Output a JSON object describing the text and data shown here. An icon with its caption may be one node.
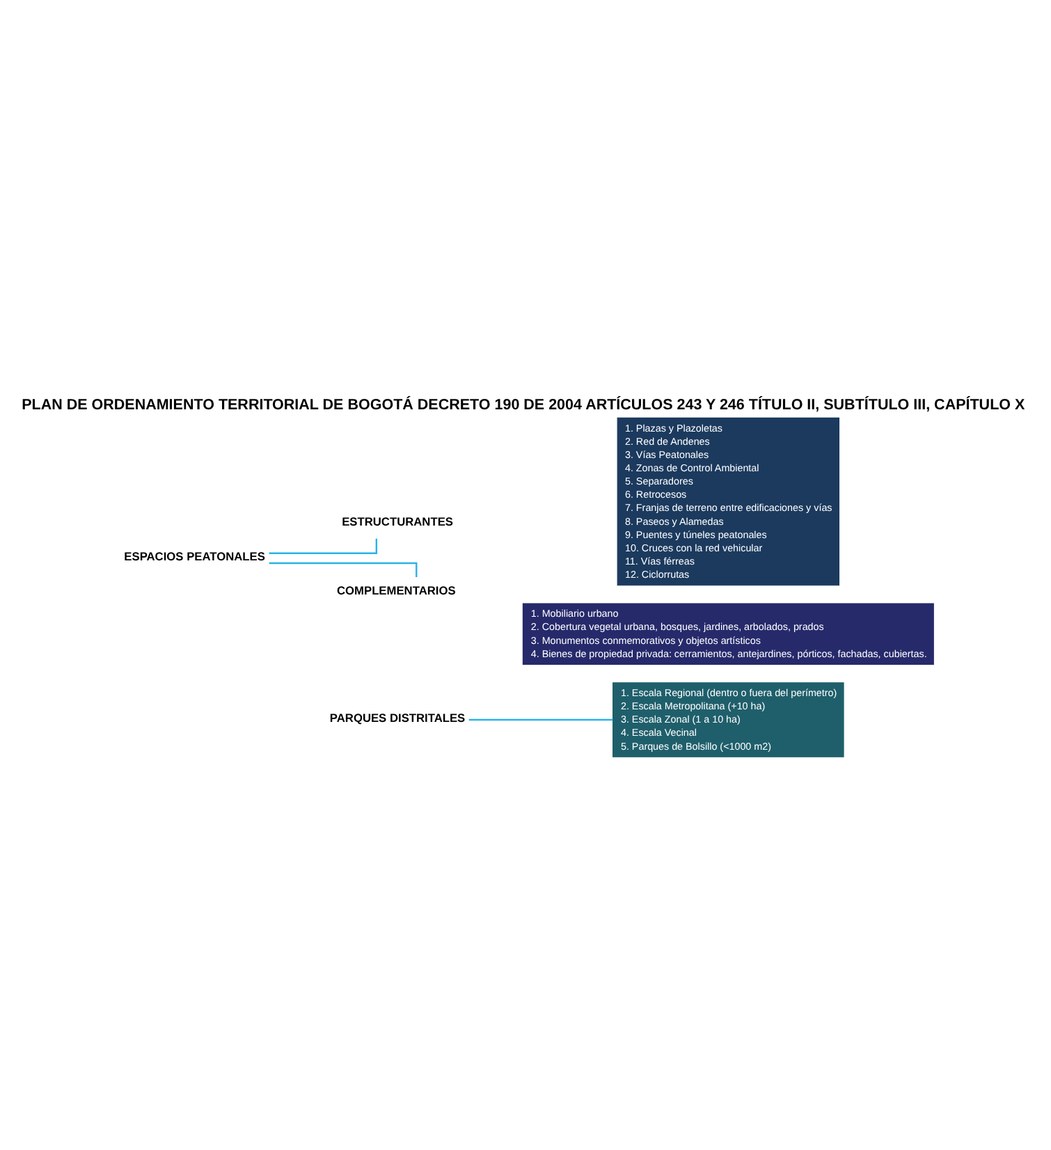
{
  "diagram": {
    "title": "PLAN DE ORDENAMIENTO TERRITORIAL DE BOGOTÁ DECRETO 190 DE 2004 ARTÍCULOS 243 Y 246 TÍTULO II, SUBTÍTULO III, CAPÍTULO X",
    "nodes": [
      {
        "text": [
          "PARQUES DISTRITALES"
        ]
      },
      {
        "text": [
          "1. Escala Regional (dentro o fuera del perímetro)",
          "2. Escala Metropolitana (+10 ha)",
          "3. Escala Zonal (1 a 10 ha)",
          "4. Escala Vecinal",
          "5. Parques de Bolsillo (<1000 m2)"
        ]
      },
      {
        "text": [
          "ESPACIOS PEATONALES"
        ]
      },
      {
        "text": [
          "ESTRUCTURANTES"
        ]
      },
      {
        "text": [
          "1. Plazas y Plazoletas",
          "2. Red de Andenes",
          "3. Vías Peatonales",
          "4. Zonas de Control Ambiental",
          "5. Separadores",
          "6. Retrocesos",
          "7. Franjas de terreno entre edificaciones y vías",
          "8. Paseos y Alamedas",
          "9. Puentes y túneles peatonales",
          "10. Cruces con la red vehicular",
          "11. Vías férreas",
          "12. Ciclorrutas"
        ]
      },
      {
        "text": [
          "COMPLEMENTARIOS"
        ]
      },
      {
        "text": [
          "1. Mobiliario urbano",
          "2. Cobertura vegetal urbana, bosques, jardines, arbolados, prados",
          "3. Monumentos conmemorativos y objetos artísticos",
          "4. Bienes de propiedad privada: cerramientos, antejardines, pórticos, fachadas, cubiertas."
        ]
      }
    ],
    "edges": [
      {
        "from": 0,
        "to": 1,
        "arrow": "none"
      },
      {
        "from": 2,
        "to": 3,
        "arrow": "none"
      },
      {
        "from": 2,
        "to": 5,
        "arrow": "none"
      }
    ]
  }
}
